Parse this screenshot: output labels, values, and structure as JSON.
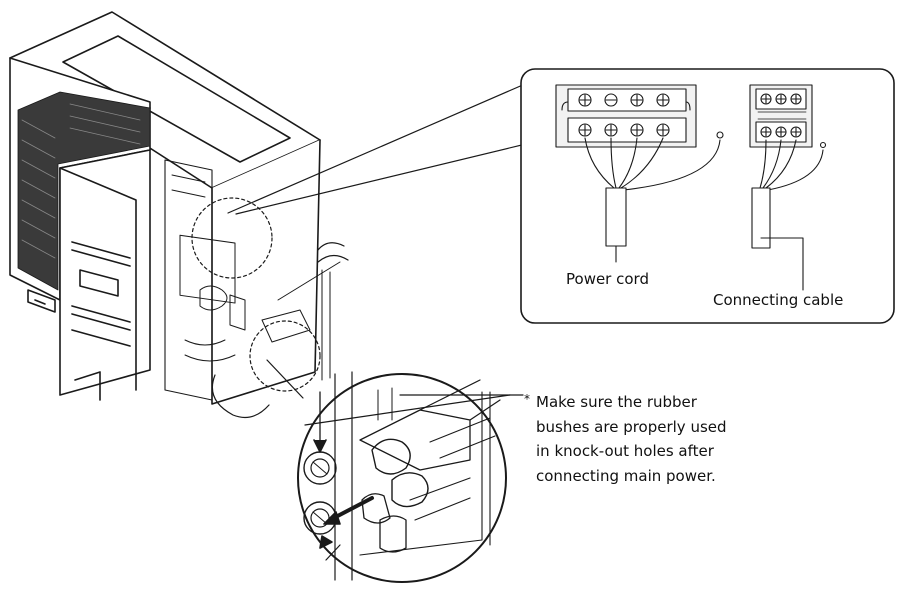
{
  "labels": {
    "power_cord": "Power cord",
    "connecting_cable": "Connecting cable"
  },
  "note": {
    "bullet": "*",
    "lines": [
      "Make sure the rubber",
      "bushes are properly used",
      "in knock-out holes after",
      "connecting main power."
    ]
  },
  "colors": {
    "line": "#1a1a1a",
    "background": "#ffffff"
  }
}
